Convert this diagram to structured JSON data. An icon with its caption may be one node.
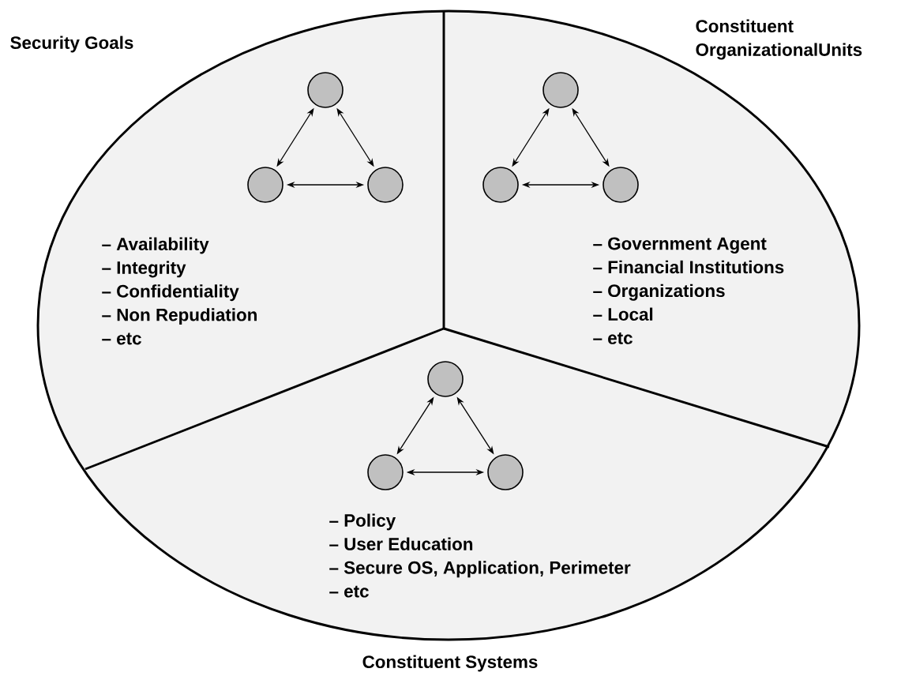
{
  "diagram": {
    "nodes": [
      {
        "text": [
          "– Availability",
          "– Integrity",
          "– Confidentiality",
          "– Non Repudiation",
          "– etc"
        ]
      },
      {
        "text": [],
        "shape": "circle"
      },
      {
        "text": [],
        "shape": "circle"
      },
      {
        "text": [],
        "shape": "circle"
      },
      {
        "text": [
          "– Government Agent",
          "– Financial Institutions",
          "– Organizations",
          "– Local",
          "– etc"
        ]
      },
      {
        "text": [],
        "shape": "circle"
      },
      {
        "text": [],
        "shape": "circle"
      },
      {
        "text": [],
        "shape": "circle"
      },
      {
        "text": [
          "– Policy",
          "– User Education",
          "– Secure OS, Application, Perimeter",
          "– etc"
        ]
      },
      {
        "text": [],
        "shape": "circle"
      },
      {
        "text": [],
        "shape": "circle"
      },
      {
        "text": [],
        "shape": "circle"
      }
    ],
    "edges": [
      {
        "from": 1,
        "to": 2,
        "arrow": "both"
      },
      {
        "from": 1,
        "to": 3,
        "arrow": "both"
      },
      {
        "from": 2,
        "to": 3,
        "arrow": "both"
      },
      {
        "from": 5,
        "to": 6,
        "arrow": "both"
      },
      {
        "from": 5,
        "to": 7,
        "arrow": "both"
      },
      {
        "from": 6,
        "to": 7,
        "arrow": "both"
      },
      {
        "from": 9,
        "to": 10,
        "arrow": "both"
      },
      {
        "from": 9,
        "to": 11,
        "arrow": "both"
      },
      {
        "from": 10,
        "to": 11,
        "arrow": "both"
      }
    ],
    "labels": [
      "Security Goals",
      "Constituent OrganizationalUnits",
      "Constituent Systems"
    ]
  }
}
